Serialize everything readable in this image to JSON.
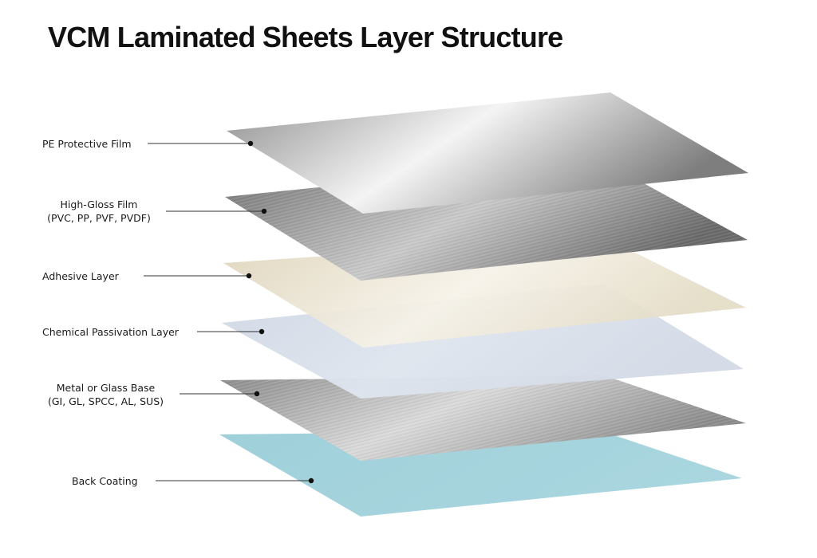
{
  "title": "VCM Laminated Sheets Layer Structure",
  "colors": {
    "leader_line": "#333333",
    "dot": "#111111",
    "pe_film": "#a9a9a9",
    "high_gloss": "#8f8f8f",
    "adhesive": "#e9e2cf",
    "passivation": "#d6dde8",
    "metal_base": "#b4b4b4",
    "back_coating": "#a5d3dc"
  },
  "layers": [
    {
      "id": "pe",
      "lines": [
        "PE Protective Film"
      ]
    },
    {
      "id": "gloss",
      "lines": [
        "High-Gloss Film",
        "(PVC, PP, PVF, PVDF)"
      ]
    },
    {
      "id": "adhesive",
      "lines": [
        "Adhesive Layer"
      ]
    },
    {
      "id": "passivation",
      "lines": [
        "Chemical Passivation Layer"
      ]
    },
    {
      "id": "metal",
      "lines": [
        "Metal or Glass Base",
        "(GI, GL, SPCC, AL, SUS)"
      ]
    },
    {
      "id": "back",
      "lines": [
        "Back Coating"
      ]
    }
  ]
}
